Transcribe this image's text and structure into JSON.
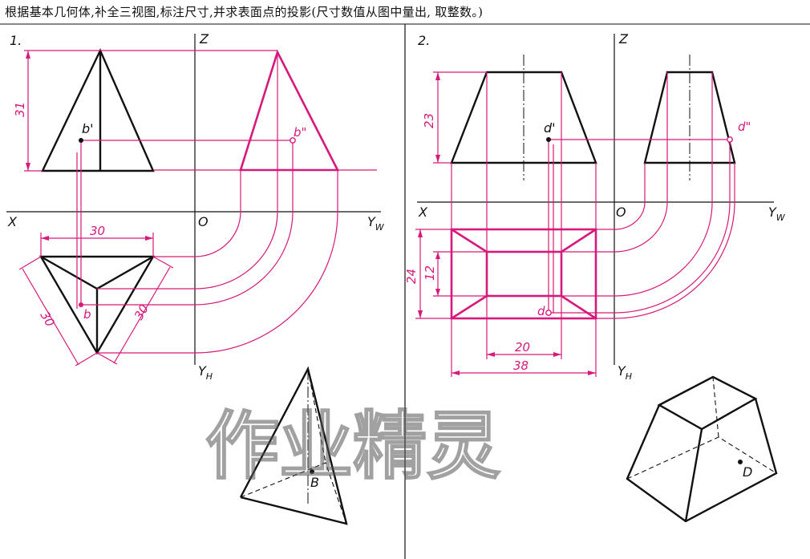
{
  "header": {
    "instruction": "根据基本几何体,补全三视图,标注尺寸,并求表面点的投影(尺寸数值从图中量出, 取整数。)"
  },
  "problem1": {
    "number": "1.",
    "axes": {
      "z": "Z",
      "x": "X",
      "origin": "O",
      "yw": "Y",
      "yw_sub": "W",
      "yh": "Y",
      "yh_sub": "H"
    },
    "points": {
      "front": "b'",
      "side": "b\"",
      "top": "b",
      "iso": "B"
    },
    "dimensions": {
      "height": "31",
      "width": "30",
      "edge_left": "30",
      "edge_right": "30"
    }
  },
  "problem2": {
    "number": "2.",
    "axes": {
      "z": "Z",
      "x": "X",
      "origin": "O",
      "yw": "Y",
      "yw_sub": "W",
      "yh": "Y",
      "yh_sub": "H"
    },
    "points": {
      "front": "d'",
      "side": "d\"",
      "top": "d",
      "iso": "D"
    },
    "dimensions": {
      "height": "23",
      "depth_outer": "24",
      "depth_inner": "12",
      "top_width": "20",
      "bottom_width": "38"
    }
  },
  "watermark": {
    "text": "作业精灵"
  },
  "colors": {
    "answer": "#d6197a",
    "line": "#111111"
  }
}
